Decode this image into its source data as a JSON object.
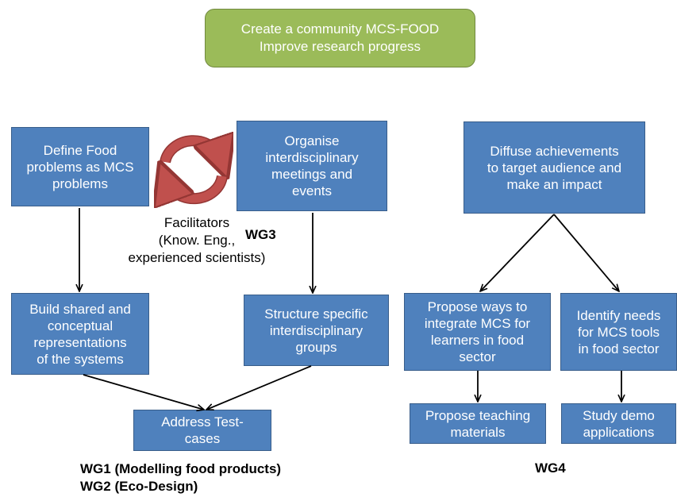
{
  "goal": {
    "text": "Create a community MCS-FOOD\nImprove research progress"
  },
  "boxes": {
    "define": "Define Food\nproblems as MCS\nproblems",
    "organise": "Organise\ninterdisciplinary\nmeetings and\nevents",
    "diffuse": "Diffuse achievements\nto target audience and\nmake an impact",
    "build": "Build shared and\nconceptual\nrepresentations\nof the systems",
    "structure": "Structure specific\ninterdisciplinary\ngroups",
    "address": "Address Test-\ncases",
    "propose_ways": "Propose ways to\nintegrate MCS for\nlearners in food\nsector",
    "identify": "Identify needs\nfor MCS tools\nin food sector",
    "teaching": "Propose teaching\nmaterials",
    "demo": "Study demo\napplications"
  },
  "labels": {
    "facilitators": "Facilitators\n(Know. Eng.,\nexperienced scientists)",
    "wg3": "WG3",
    "wg12": "WG1 (Modelling food products)\nWG2 (Eco-Design)",
    "wg4": "WG4"
  },
  "colors": {
    "box_fill": "#4f81bd",
    "goal_fill": "#9bbb59",
    "cycle_arrow": "#c0504d"
  },
  "icons": {
    "cycle": "circular-arrows-icon"
  }
}
